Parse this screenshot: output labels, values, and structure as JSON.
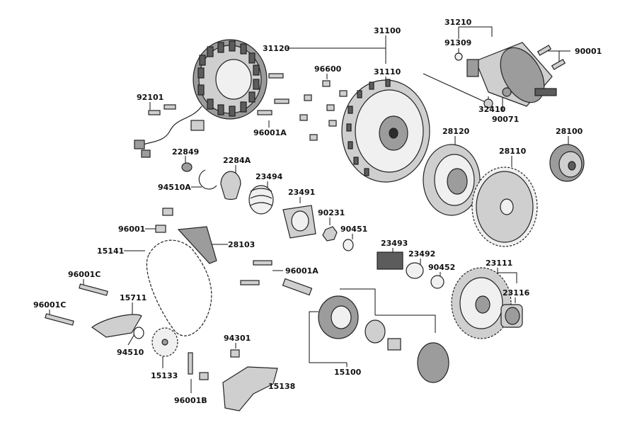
{
  "labels": {
    "p31210": "31210",
    "p91309": "91309",
    "p90001": "90001",
    "p31100": "31100",
    "p31120": "31120",
    "p96600": "96600",
    "p31110": "31110",
    "p92101": "92101",
    "p32410": "32410",
    "p90071": "90071",
    "p96001A_top": "96001A",
    "p28120": "28120",
    "p28100": "28100",
    "p22849": "22849",
    "p2284A": "2284A",
    "p28110": "28110",
    "p94510A": "94510A",
    "p23494": "23494",
    "p23491": "23491",
    "p90231": "90231",
    "p90451": "90451",
    "p96001": "96001",
    "p28103": "28103",
    "p23493": "23493",
    "p15141": "15141",
    "p23492": "23492",
    "p96001A_mid": "96001A",
    "p23111": "23111",
    "p90452": "90452",
    "p96001C_a": "96001C",
    "p23116": "23116",
    "p15711": "15711",
    "p96001C_b": "96001C",
    "p94301": "94301",
    "p94510": "94510",
    "p15133": "15133",
    "p15100": "15100",
    "p15138": "15138",
    "p96001B": "96001B"
  }
}
